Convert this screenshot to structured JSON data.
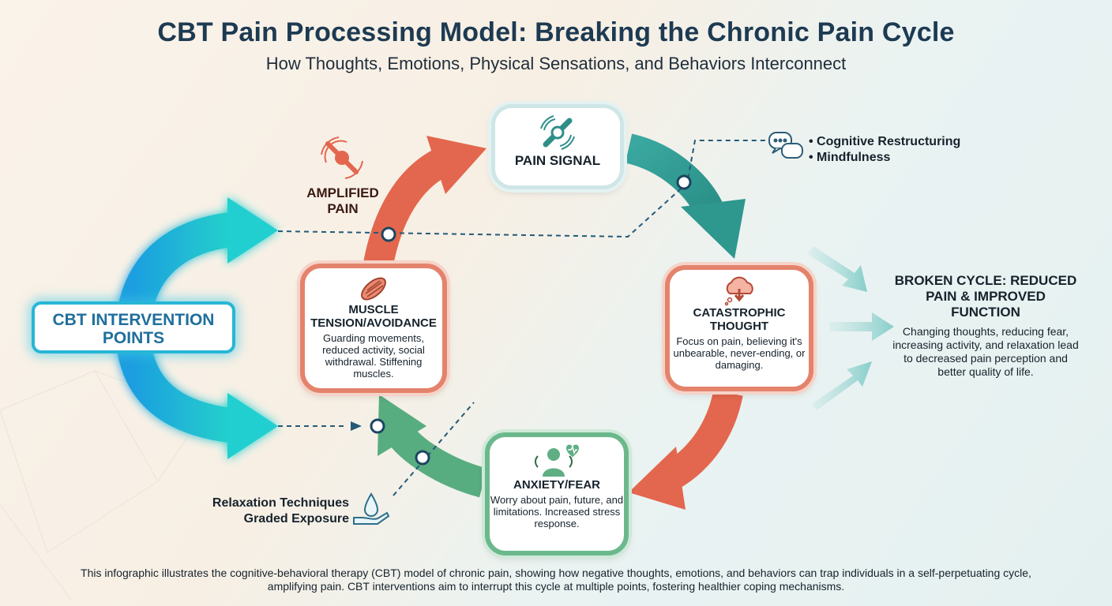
{
  "header": {
    "title": "CBT Pain Processing Model: Breaking the Chronic Pain Cycle",
    "subtitle": "How Thoughts, Emotions, Physical Sensations, and Behaviors Interconnect"
  },
  "nodes": {
    "pain_signal": {
      "title": "PAIN SIGNAL"
    },
    "catastrophic": {
      "title": "CATASTROPHIC THOUGHT",
      "description": "Focus on pain, believing it's unbearable, never-ending, or damaging."
    },
    "anxiety": {
      "title": "ANXIETY/FEAR",
      "description": "Worry about pain, future, and limitations. Increased stress response."
    },
    "muscle": {
      "title": "MUSCLE TENSION/AVOIDANCE",
      "description": "Guarding movements, reduced activity, social withdrawal. Stiffening muscles."
    }
  },
  "amplified_pain": {
    "label": "AMPLIFIED PAIN"
  },
  "cbt_box": {
    "label": "CBT INTERVENTION POINTS"
  },
  "interventions": {
    "cognitive": [
      "• Cognitive Restructuring",
      "• Mindfulness"
    ],
    "behavioral": [
      "Relaxation Techniques",
      "Graded Exposure"
    ]
  },
  "broken_cycle": {
    "title": "BROKEN CYCLE: REDUCED PAIN & IMPROVED FUNCTION",
    "description": "Changing thoughts, reducing fear, increasing activity, and relaxation lead to decreased pain perception and better quality of life."
  },
  "footer": {
    "text": "This infographic illustrates the cognitive-behavioral therapy (CBT) model of chronic pain, showing how negative thoughts, emotions, and behaviors can trap individuals in a self-perpetuating cycle, amplifying pain. CBT interventions aim to interrupt this cycle at multiple points, fostering healthier coping mechanisms."
  },
  "colors": {
    "coral": "#e3674e",
    "teal": "#2f9c92",
    "green": "#58ad80",
    "cyan": "#1fb5d6",
    "navy": "#1d3a52"
  }
}
